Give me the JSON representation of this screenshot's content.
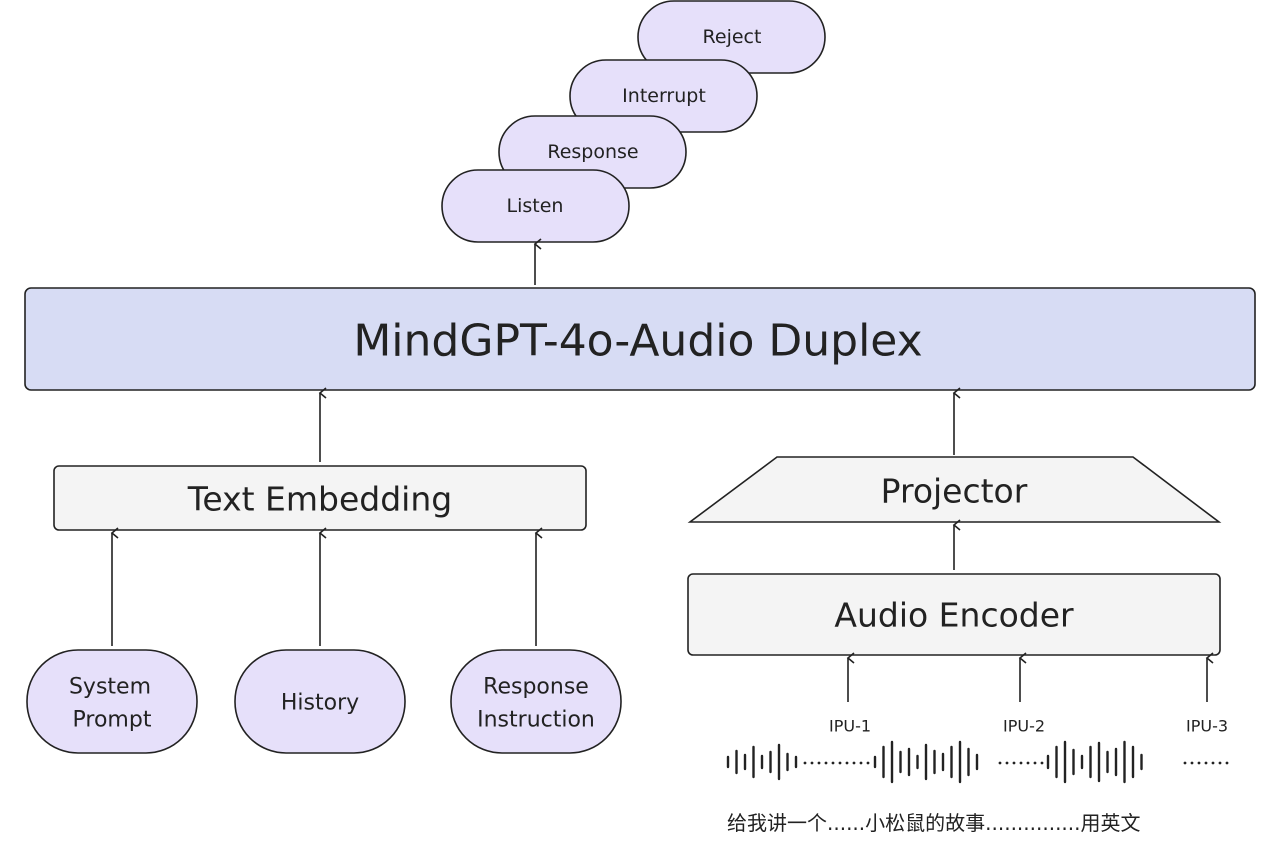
{
  "colors": {
    "pill_fill": "#e6e0fa",
    "model_fill": "#d7dcf4",
    "box_fill": "#f4f4f4",
    "stroke": "#222222"
  },
  "outputs": {
    "reject": "Reject",
    "interrupt": "Interrupt",
    "response": "Response",
    "listen": "Listen"
  },
  "model": {
    "title": "MindGPT-4o-Audio Duplex"
  },
  "text_embedding": {
    "title": "Text Embedding"
  },
  "inputs": {
    "system_prompt_line1": "System",
    "system_prompt_line2": "Prompt",
    "history": "History",
    "response_instruction_line1": "Response",
    "response_instruction_line2": "Instruction"
  },
  "projector": {
    "title": "Projector"
  },
  "audio_encoder": {
    "title": "Audio Encoder"
  },
  "ipus": [
    "IPU-1",
    "IPU-2",
    "IPU-3"
  ],
  "transcript": "给我讲一个......小松鼠的故事...............用英文"
}
